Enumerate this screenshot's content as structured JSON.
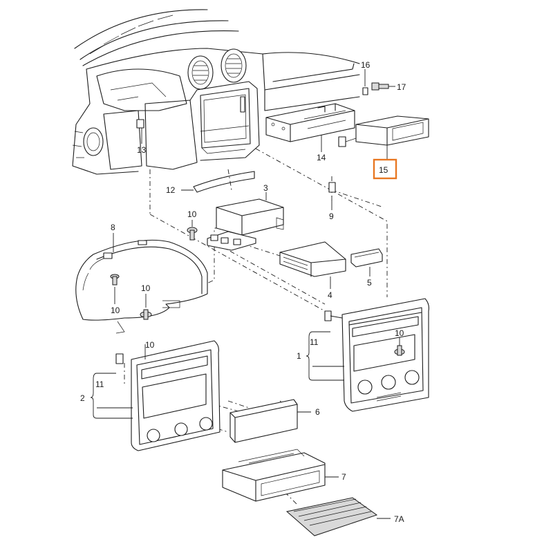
{
  "diagram": {
    "callouts": {
      "c1": "1",
      "c2": "2",
      "c3": "3",
      "c4": "4",
      "c5": "5",
      "c6": "6",
      "c7": "7",
      "c7a": "7A",
      "c8": "8",
      "c9": "9",
      "c10a": "10",
      "c10b": "10",
      "c10c": "10",
      "c10d": "10",
      "c10e": "10",
      "c11a": "11",
      "c11b": "11",
      "c12": "12",
      "c13": "13",
      "c14": "14",
      "c15": "15",
      "c16": "16",
      "c17": "17"
    },
    "highlighted_callout": "15",
    "highlight_color": "#e87722",
    "line_color": "#1a1a1a"
  }
}
